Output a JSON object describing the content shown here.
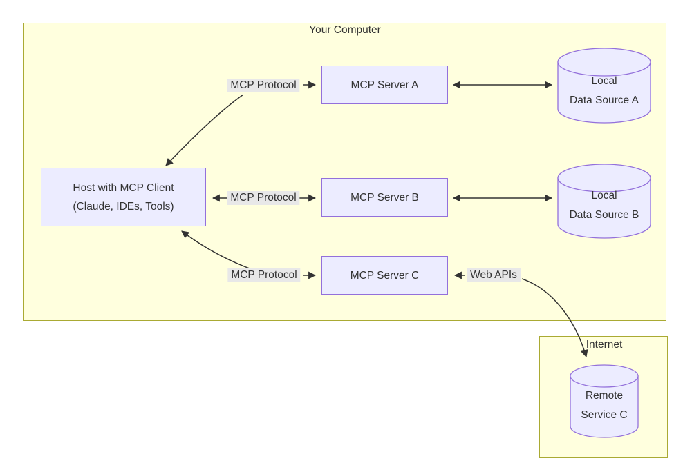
{
  "diagram": {
    "type": "flowchart",
    "subgraphs": {
      "your_computer": {
        "title": "Your Computer"
      },
      "internet": {
        "title": "Internet"
      }
    },
    "nodes": {
      "host": {
        "line1": "Host with MCP Client",
        "line2": "(Claude, IDEs, Tools)"
      },
      "server_a": {
        "label": "MCP Server A"
      },
      "server_b": {
        "label": "MCP Server B"
      },
      "server_c": {
        "label": "MCP Server C"
      },
      "data_source_a": {
        "line1": "Local",
        "line2": "Data Source A"
      },
      "data_source_b": {
        "line1": "Local",
        "line2": "Data Source B"
      },
      "remote_service_c": {
        "line1": "Remote",
        "line2": "Service C"
      }
    },
    "edges": [
      {
        "from": "host",
        "to": "server_a",
        "label": "MCP Protocol",
        "bidirectional": true
      },
      {
        "from": "host",
        "to": "server_b",
        "label": "MCP Protocol",
        "bidirectional": true
      },
      {
        "from": "host",
        "to": "server_c",
        "label": "MCP Protocol",
        "bidirectional": true
      },
      {
        "from": "server_a",
        "to": "data_source_a",
        "label": "",
        "bidirectional": true
      },
      {
        "from": "server_b",
        "to": "data_source_b",
        "label": "",
        "bidirectional": true
      },
      {
        "from": "server_c",
        "to": "remote_service_c",
        "label": "Web APIs",
        "bidirectional": true
      }
    ],
    "edge_labels": {
      "mcp_protocol_1": "MCP Protocol",
      "mcp_protocol_2": "MCP Protocol",
      "mcp_protocol_3": "MCP Protocol",
      "web_apis": "Web APIs"
    },
    "colors": {
      "subgraph_fill": "#ffffde",
      "subgraph_border": "#aaaa33",
      "node_fill": "#ECECFF",
      "node_border": "#9370DB",
      "edge": "#333333",
      "edge_label_bg": "#e8e8e8",
      "text": "#333333",
      "background": "#ffffff"
    }
  }
}
